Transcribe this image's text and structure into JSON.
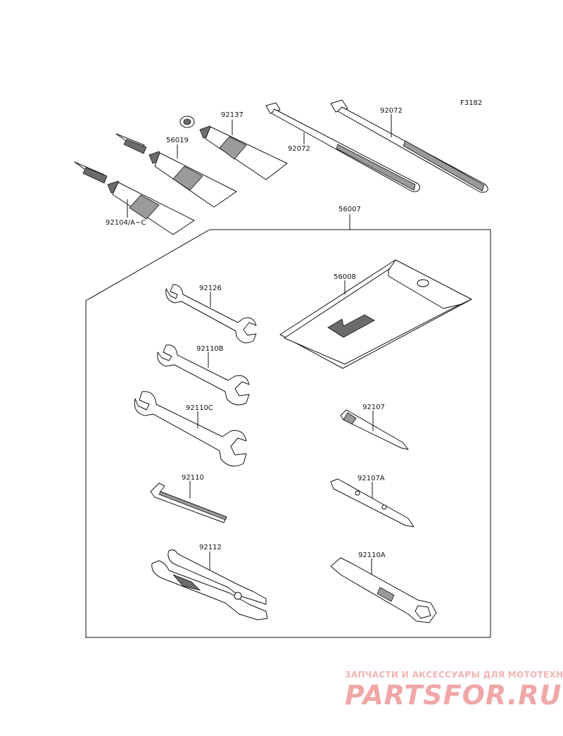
{
  "figure_code": "F3182",
  "labels": {
    "cable_tie_1": "92072",
    "cable_tie_2": "92072",
    "grease_tube_small": "92137",
    "grease_tube_mid": "56019",
    "grease_tube_large": "92104/A~C",
    "tool_kit": "56007",
    "tool_bag": "56008",
    "wrench_1": "92126",
    "wrench_2": "92110B",
    "wrench_3": "92110C",
    "hex_key": "92110",
    "pliers": "92112",
    "screwdriver_bit": "92107",
    "screwdriver_bit_a": "92107A",
    "box_wrench": "92110A"
  },
  "watermark": {
    "tagline": "ЗАПЧАСТИ И АКСЕССУАРЫ ДЛЯ МОТОТЕХНИКИ",
    "brand": "PARTSFOR.RU"
  },
  "colors": {
    "line": "#111111",
    "shade": "#9a9a9a",
    "watermark": "#f0a7a7"
  }
}
